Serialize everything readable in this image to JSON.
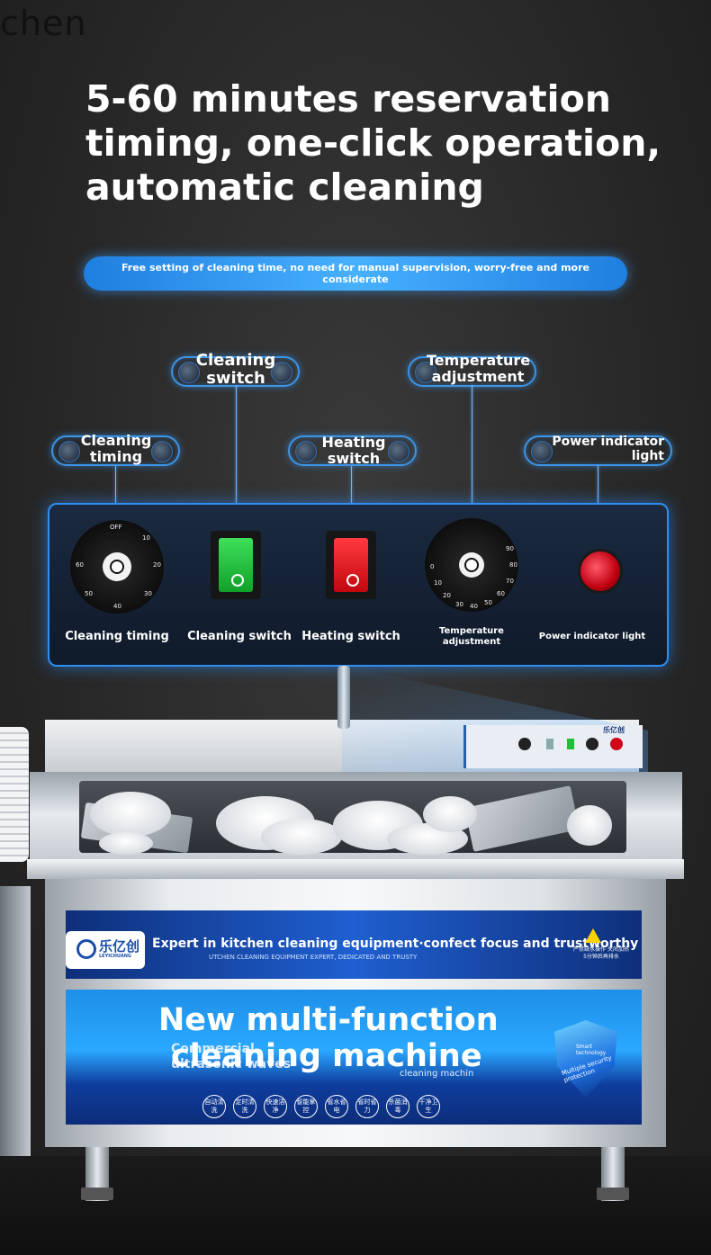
{
  "corner_text": "chen",
  "headline": "5-60 minutes reservation timing, one-click operation, automatic cleaning",
  "subtitle": "Free setting of cleaning time, no need for manual supervision, worry-free and more considerate",
  "callouts": [
    {
      "label": "Cleaning timing"
    },
    {
      "label": "Cleaning switch"
    },
    {
      "label": "Heating switch"
    },
    {
      "label": "Temperature adjustment"
    },
    {
      "label": "Power indicator light"
    }
  ],
  "panel": {
    "labels": [
      "Cleaning timing",
      "Cleaning switch",
      "Heating switch",
      "Temperature adjustment",
      "Power indicator light"
    ],
    "timer_ticks": [
      "OFF",
      "10",
      "20",
      "30",
      "40",
      "50",
      "60"
    ],
    "temp_ticks": [
      "0",
      "10",
      "20",
      "30",
      "40",
      "50",
      "60",
      "70",
      "80",
      "90"
    ]
  },
  "colors": {
    "accent_blue": "#2f8ef0",
    "switch_green": "#1fbf3a",
    "switch_red": "#e0141e",
    "lamp_red": "#d0061a"
  },
  "machine": {
    "brand_cn": "乐亿创",
    "brand_en": "LEYICHUANG",
    "band_text": "Expert in kitchen cleaning equipment·confect focus and trustworthy",
    "band_sub": "UTCHEN CLEANING EQUIPMENT EXPERT, DEDICATED AND TRUSTY",
    "warning": "严禁缺水操作 关闭加热5分钟后再排水",
    "title_line1": "New multi-function",
    "title_line2": "cleaning machine",
    "ghost_line1": "Commercial",
    "ghost_line2": "ultrasonic waves",
    "small_en": "cleaning machin",
    "shield_line1": "Smart technology",
    "shield_line2": "Multiple security protection",
    "features": [
      "自动清洗",
      "定时清洗",
      "快速洁净",
      "智能掌控",
      "省水省电",
      "省时省力",
      "杀菌消毒",
      "干净卫生"
    ]
  }
}
